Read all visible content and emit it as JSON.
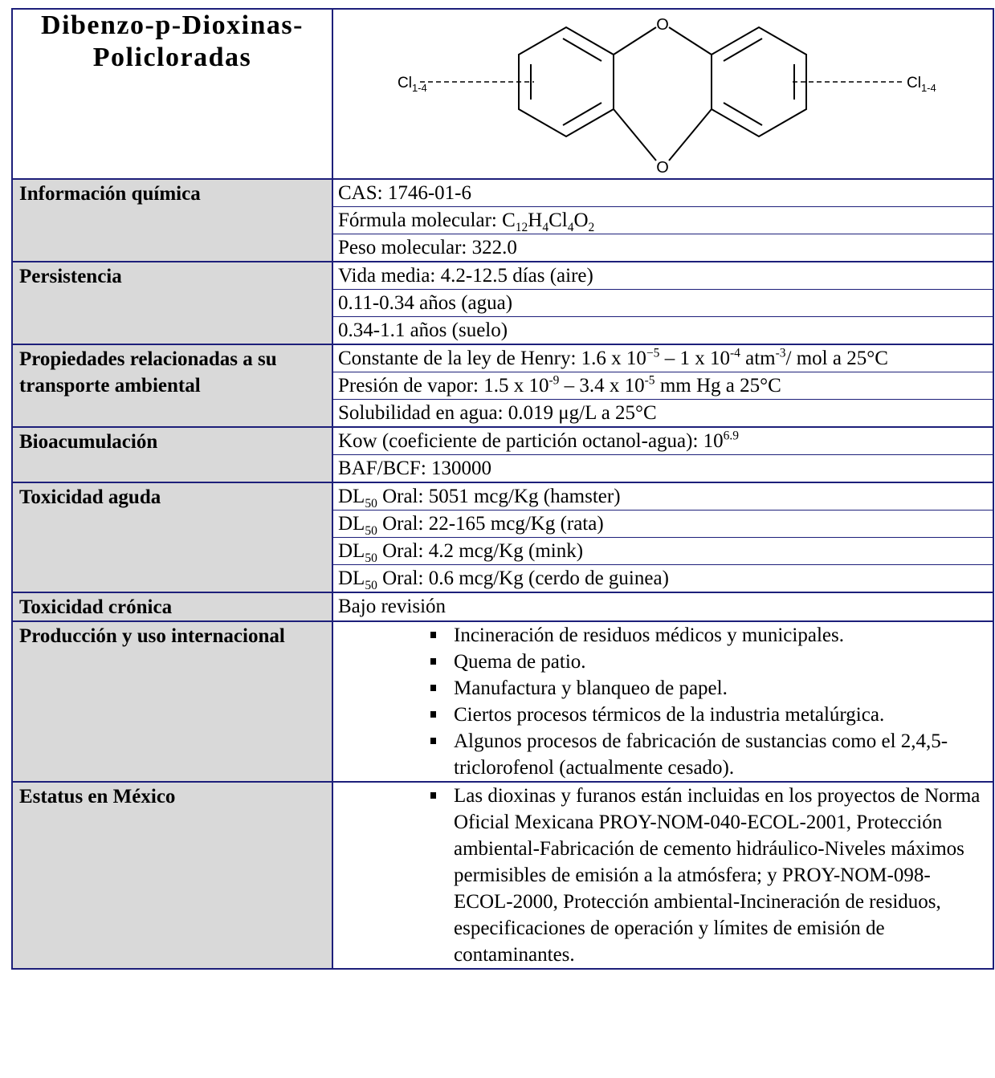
{
  "header": {
    "title_line1": "Dibenzo-p-Dioxinas-",
    "title_line2": "Policloradas",
    "structure": {
      "atom_top": "O",
      "atom_bottom": "O",
      "sub_left": "Cl",
      "sub_left_index": "1-4",
      "sub_right": "Cl",
      "sub_right_index": "1-4"
    }
  },
  "rows": {
    "info": {
      "label": "Información química",
      "cas": "CAS: 1746-01-6",
      "formula_prefix": "Fórmula molecular: C",
      "f_c": "12",
      "f_h": "H",
      "f_h_n": "4",
      "f_cl": "Cl",
      "f_cl_n": "4",
      "f_o": "O",
      "f_o_n": "2",
      "peso": "Peso molecular: 322.0"
    },
    "persistencia": {
      "label": "Persistencia",
      "l1": "Vida media: 4.2-12.5 días (aire)",
      "l2": "0.11-0.34 años (agua)",
      "l3": "0.34-1.1 años (suelo)"
    },
    "propiedades": {
      "label": "Propiedades relacionadas a su transporte ambiental",
      "henry_a": "Constante de la ley de Henry: 1.6 x 10",
      "henry_e1": "−5",
      "henry_b": " – 1 x 10",
      "henry_e2": "-4",
      "henry_c": " atm",
      "henry_e3": "-3",
      "henry_d": "/ mol a 25°C",
      "vapor_a": "Presión de vapor: 1.5 x 10",
      "vapor_e1": "-9",
      "vapor_b": " – 3.4 x 10",
      "vapor_e2": "-5",
      "vapor_c": " mm Hg a 25°C",
      "solub": "Solubilidad en agua: 0.019 μg/L a 25°C"
    },
    "bioacumulacion": {
      "label": "Bioacumulación",
      "kow_a": "Kow (coeficiente de partición octanol-agua): 10",
      "kow_e": "6.9",
      "baf": "BAF/BCF: 130000"
    },
    "toxicidad_aguda": {
      "label": "Toxicidad aguda",
      "dl": "DL",
      "dl_sub": "50",
      "items": [
        " Oral: 5051 mcg/Kg (hamster)",
        " Oral: 22-165 mcg/Kg (rata)",
        " Oral: 4.2 mcg/Kg (mink)",
        " Oral: 0.6 mcg/Kg (cerdo de guinea)"
      ]
    },
    "toxicidad_cronica": {
      "label": "Toxicidad crónica",
      "value": "Bajo revisión"
    },
    "produccion": {
      "label": "Producción y uso internacional",
      "items": [
        "Incineración de residuos médicos y municipales.",
        "Quema de patio.",
        "Manufactura y blanqueo de papel.",
        "Ciertos procesos térmicos de la industria metalúrgica.",
        "Algunos procesos de fabricación de sustancias como el 2,4,5-triclorofenol (actualmente cesado)."
      ]
    },
    "estatus": {
      "label": "Estatus en México",
      "items": [
        "Las dioxinas y furanos están incluidas en los proyectos de Norma Oficial Mexicana PROY-NOM-040-ECOL-2001, Protección ambiental-Fabricación de cemento hidráulico-Niveles máximos permisibles de emisión a la atmósfera; y PROY-NOM-098-ECOL-2000, Protección ambiental-Incineración de residuos, especificaciones de operación y límites de emisión de contaminantes."
      ]
    }
  }
}
